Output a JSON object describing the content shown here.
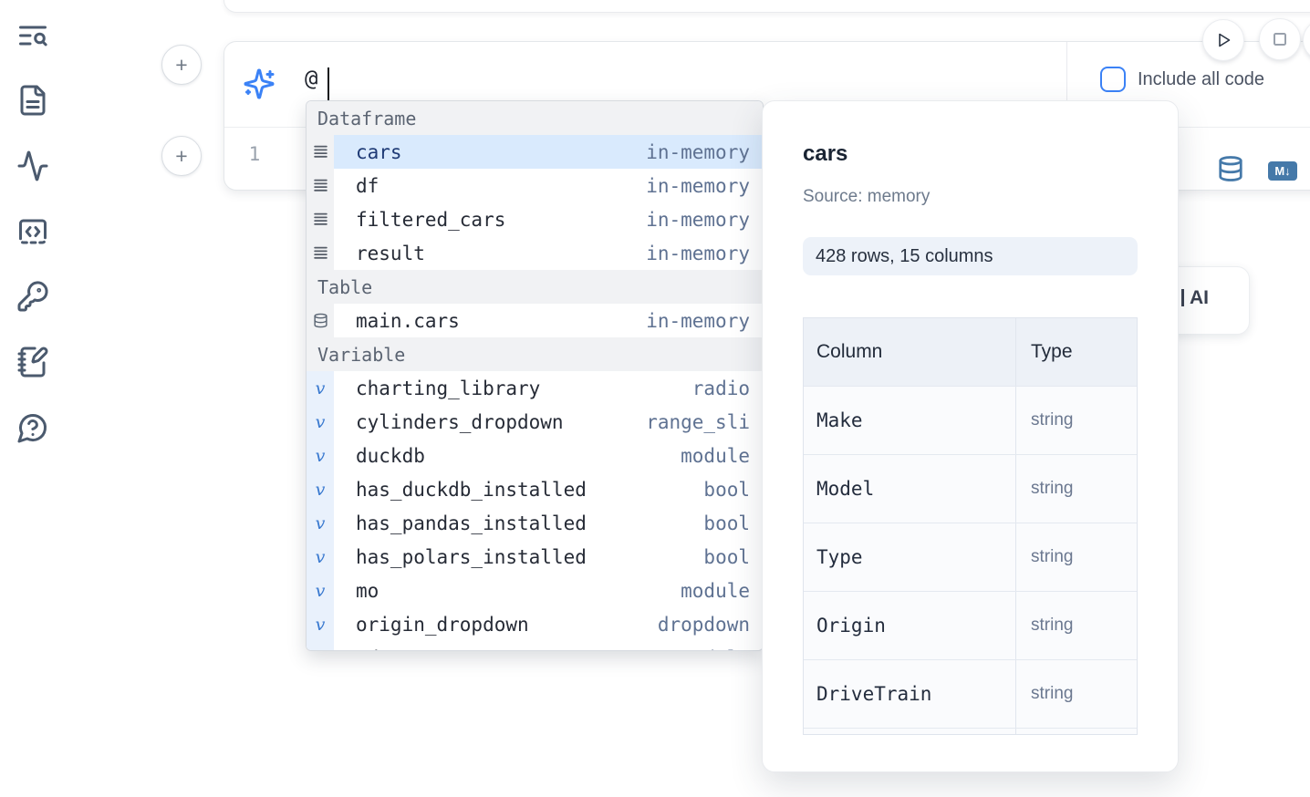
{
  "sidebar": {
    "icons": [
      {
        "name": "contents-search-icon"
      },
      {
        "name": "file-document-icon"
      },
      {
        "name": "activity-icon"
      },
      {
        "name": "code-snippet-icon"
      },
      {
        "name": "key-icon"
      },
      {
        "name": "notebook-edit-icon"
      },
      {
        "name": "help-chat-icon"
      }
    ]
  },
  "add_cell": {
    "plus": "+"
  },
  "toolbar": {
    "run_icon": "play",
    "interrupt_icon": "square"
  },
  "ai_prompt": {
    "value": "@",
    "include_all_code": {
      "label": "Include all code",
      "checked": false
    }
  },
  "cell": {
    "line_number": "1",
    "markdown_badge": "M↓",
    "footer_icons": [
      "database-icon",
      "markdown-icon"
    ]
  },
  "ai_card": {
    "visible_label": "AI"
  },
  "icon_glyphs": {
    "variable": "v"
  },
  "autocomplete": {
    "sections": [
      {
        "label": "Dataframe",
        "items": [
          {
            "icon": "dataframe-icon",
            "name": "cars",
            "detail": "in-memory",
            "selected": true
          },
          {
            "icon": "dataframe-icon",
            "name": "df",
            "detail": "in-memory",
            "selected": false
          },
          {
            "icon": "dataframe-icon",
            "name": "filtered_cars",
            "detail": "in-memory",
            "selected": false
          },
          {
            "icon": "dataframe-icon",
            "name": "result",
            "detail": "in-memory",
            "selected": false
          }
        ]
      },
      {
        "label": "Table",
        "items": [
          {
            "icon": "database-icon",
            "name": "main.cars",
            "detail": "in-memory",
            "selected": false
          }
        ]
      },
      {
        "label": "Variable",
        "items": [
          {
            "icon": "variable-icon",
            "name": "charting_library",
            "detail": "radio",
            "selected": false
          },
          {
            "icon": "variable-icon",
            "name": "cylinders_dropdown",
            "detail": "range_sli",
            "selected": false
          },
          {
            "icon": "variable-icon",
            "name": "duckdb",
            "detail": "module",
            "selected": false
          },
          {
            "icon": "variable-icon",
            "name": "has_duckdb_installed",
            "detail": "bool",
            "selected": false
          },
          {
            "icon": "variable-icon",
            "name": "has_pandas_installed",
            "detail": "bool",
            "selected": false
          },
          {
            "icon": "variable-icon",
            "name": "has_polars_installed",
            "detail": "bool",
            "selected": false
          },
          {
            "icon": "variable-icon",
            "name": "mo",
            "detail": "module",
            "selected": false
          },
          {
            "icon": "variable-icon",
            "name": "origin_dropdown",
            "detail": "dropdown",
            "selected": false
          },
          {
            "icon": "variable-icon",
            "name": "pd",
            "detail": "module",
            "selected": false,
            "partial": true
          }
        ]
      }
    ]
  },
  "popup": {
    "title": "cars",
    "source_label": "Source: memory",
    "shape_badge": "428 rows, 15 columns",
    "table": {
      "headers": [
        "Column",
        "Type"
      ],
      "rows": [
        [
          "Make",
          "string"
        ],
        [
          "Model",
          "string"
        ],
        [
          "Type",
          "string"
        ],
        [
          "Origin",
          "string"
        ],
        [
          "DriveTrain",
          "string"
        ]
      ]
    }
  },
  "colors": {
    "accent_blue": "#3b82f6",
    "steel_blue": "#4579a9",
    "selected_row_bg": "#d9eafd",
    "selected_row_text": "#1e3a75",
    "section_header_bg": "#f1f2f4",
    "variable_gutter_bg": "#e9f1fc",
    "badge_bg": "#edf2f9",
    "table_header_bg": "#edf1f7"
  }
}
